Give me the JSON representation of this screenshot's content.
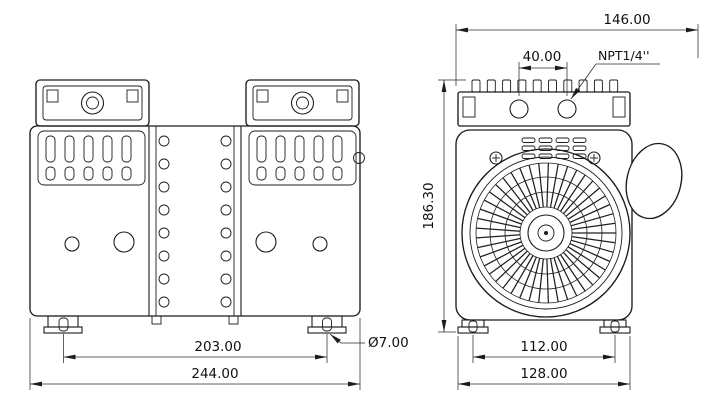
{
  "drawing": {
    "front_view": {
      "dim_feet_spacing": "203.00",
      "dim_overall_width": "244.00",
      "dim_foot_hole": "Ø7.00"
    },
    "side_view": {
      "dim_overall_depth": "146.00",
      "dim_port_spacing": "40.00",
      "port_thread_label": "NPT1/4''",
      "dim_overall_height": "186.30",
      "dim_mount_spacing": "112.00",
      "dim_base_width": "128.00"
    }
  }
}
